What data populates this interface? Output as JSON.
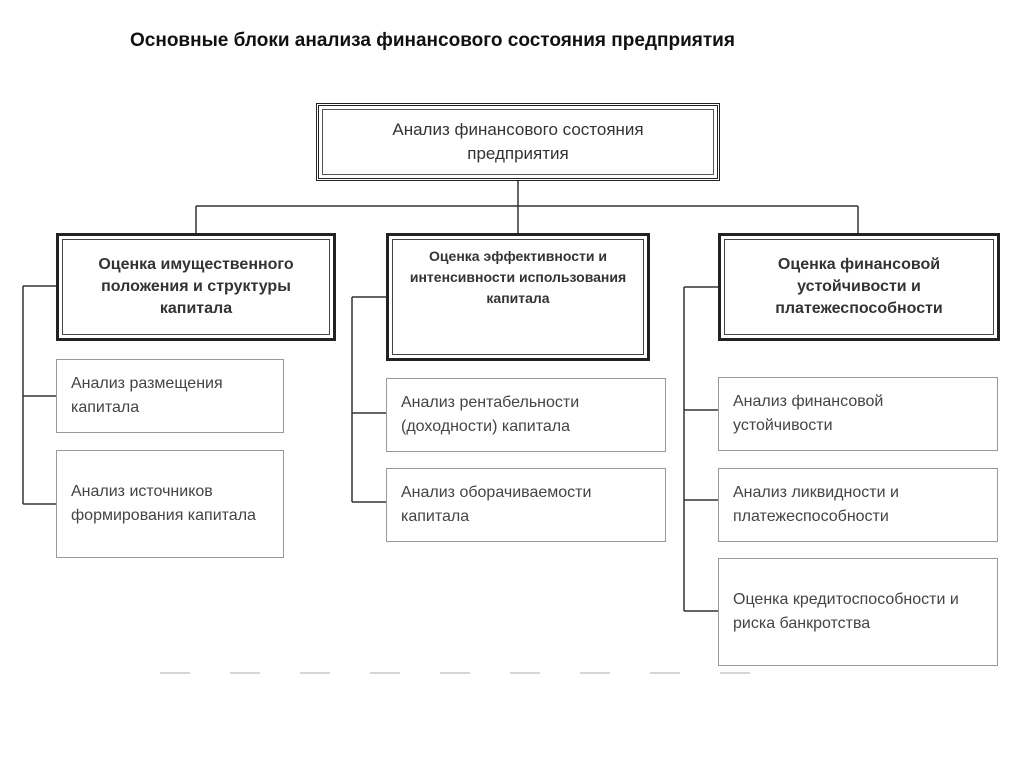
{
  "title": "Основные блоки анализа финансового состояния предприятия",
  "root": {
    "label": "Анализ финансового состояния\nпредприятия"
  },
  "blocks": [
    {
      "label": "Оценка имущественного положения и структуры капитала",
      "items": [
        "Анализ размещения капитала",
        "Анализ источников формирования капитала"
      ]
    },
    {
      "label": "Оценка эффективности и интенсивности использования капитала",
      "items": [
        "Анализ рентабельности (доходности) капитала",
        "Анализ оборачиваемости капитала"
      ]
    },
    {
      "label": "Оценка финансовой устойчивости и платежеспособности",
      "items": [
        "Анализ финансовой устойчивости",
        "Анализ ликвидности и платежеспособности",
        "Оценка кредитоспособности и риска банкротства"
      ]
    }
  ]
}
